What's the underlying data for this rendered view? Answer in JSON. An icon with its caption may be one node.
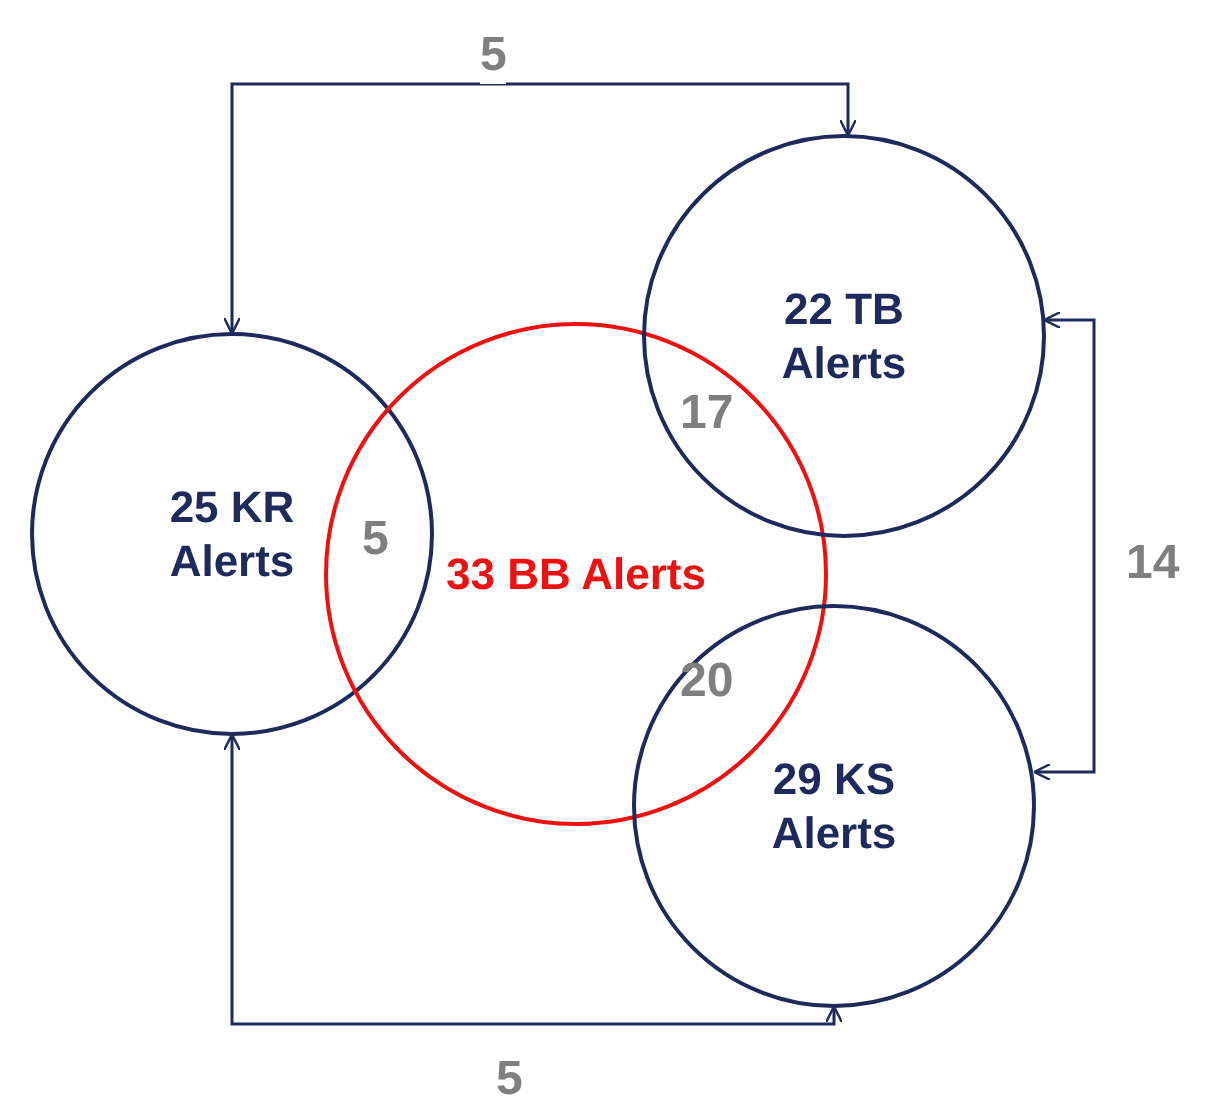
{
  "diagram": {
    "nodes": [
      {
        "text": [
          "25 KR Alerts"
        ]
      },
      {
        "text": [
          "33 BB Alerts"
        ]
      },
      {
        "text": [
          "22 TB Alerts"
        ]
      },
      {
        "text": [
          "29 KS Alerts"
        ]
      }
    ],
    "edges": [
      {
        "from": 0,
        "to": 2,
        "arrow": "both",
        "label": "5"
      },
      {
        "from": 2,
        "to": 3,
        "arrow": "both",
        "label": "14"
      },
      {
        "from": 0,
        "to": 3,
        "arrow": "both",
        "label": "5"
      }
    ],
    "labels": [
      "17",
      "5",
      "20"
    ]
  }
}
